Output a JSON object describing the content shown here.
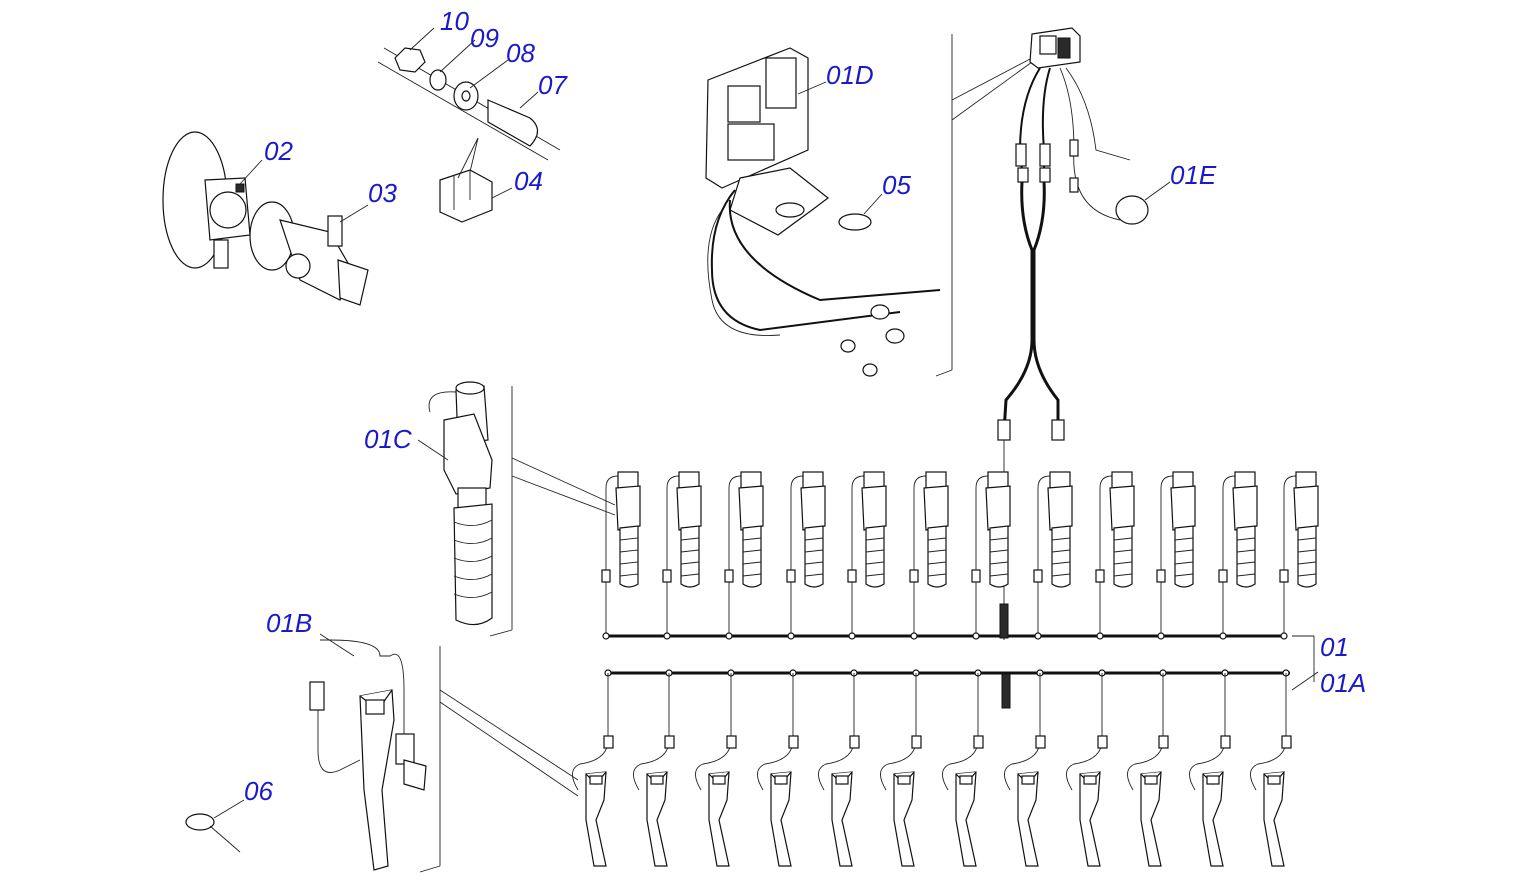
{
  "labels": {
    "l10": "10",
    "l09": "09",
    "l08": "08",
    "l07": "07",
    "l02": "02",
    "l03": "03",
    "l04": "04",
    "l01D": "01D",
    "l05": "05",
    "l01E": "01E",
    "l01C": "01C",
    "l01B": "01B",
    "l06": "06",
    "l01": "01",
    "l01A": "01A"
  },
  "colors": {
    "label": "#1a1acc",
    "line": "#111111",
    "background": "#ffffff"
  },
  "counts": {
    "sensors_upper_row": 12,
    "sensors_lower_row": 12
  }
}
